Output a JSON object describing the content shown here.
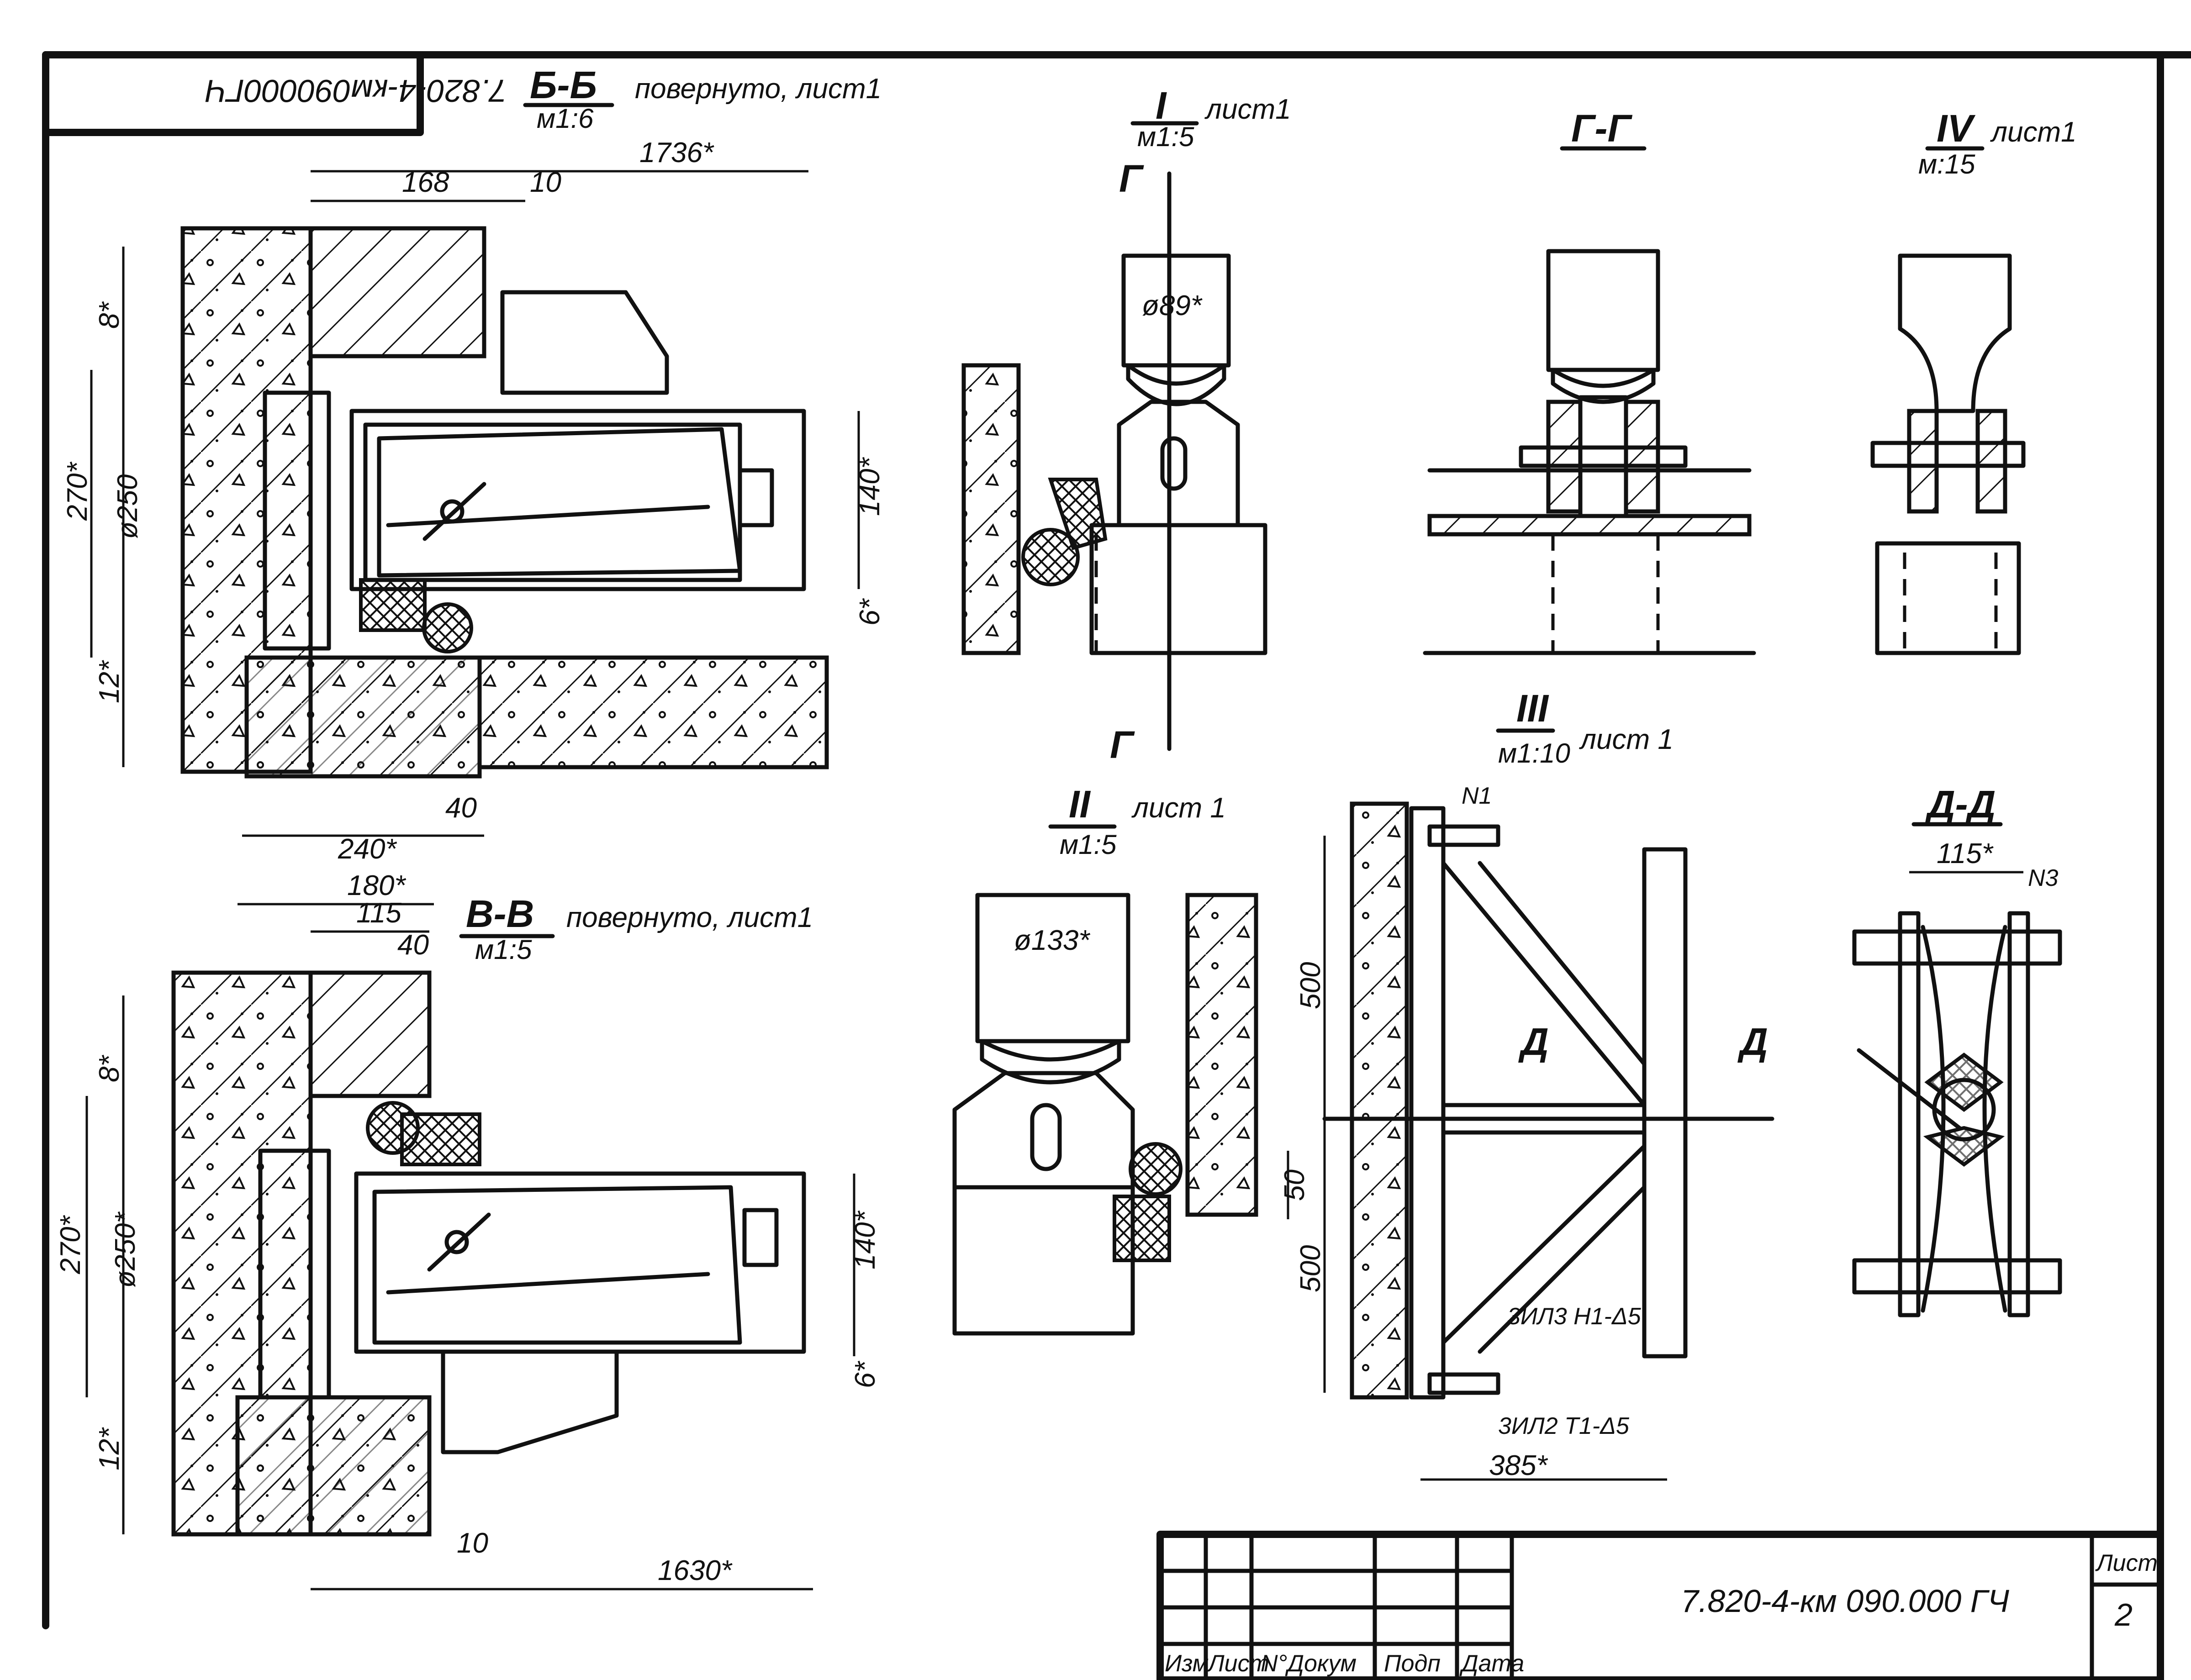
{
  "drawing_code_rotated": "7.820-4-км090000ГЧ",
  "drawing_code": "7.820-4-км 090.000 ГЧ",
  "sheet_label": "Лист",
  "sheet_number": "2",
  "title_block_columns": [
    "Изм",
    "Лист",
    "N°Докум",
    "Подп",
    "Дата"
  ],
  "views": {
    "bb": {
      "title": "Б-Б",
      "note": "повернуто, лист1",
      "scale": "м1:6",
      "dims": [
        "1736*",
        "168",
        "10",
        "8*",
        "270*",
        "ø250",
        "12*",
        "140*",
        "6*",
        "40",
        "240*"
      ]
    },
    "vv": {
      "title": "В-В",
      "note": "повернуто, лист1",
      "scale": "м1:5",
      "dims": [
        "180*",
        "115",
        "40",
        "8*",
        "270*",
        "ø250*",
        "12*",
        "140*",
        "6*",
        "10",
        "1630*"
      ]
    },
    "i": {
      "title": "I",
      "note": "лист1",
      "scale": "м1:5",
      "dims": [
        "ø89*"
      ],
      "cut": "Г"
    },
    "gg": {
      "title": "Г-Г"
    },
    "iv": {
      "title": "IV",
      "note": "лист1",
      "scale": "м:15"
    },
    "ii": {
      "title": "II",
      "note": "лист 1",
      "scale": "м1:5",
      "dims": [
        "ø133*",
        "50"
      ]
    },
    "iii": {
      "title": "III",
      "note": "лист 1",
      "scale": "м1:10",
      "dims": [
        "500",
        "500",
        "385*"
      ],
      "cut": "Д",
      "callouts": [
        "N1",
        "3ИЛ3 Н1-Δ5",
        "3ИЛ2 Т1-Δ5"
      ]
    },
    "dd": {
      "title": "Д-Д",
      "dims": [
        "115*"
      ],
      "callouts": [
        "N3"
      ]
    }
  }
}
